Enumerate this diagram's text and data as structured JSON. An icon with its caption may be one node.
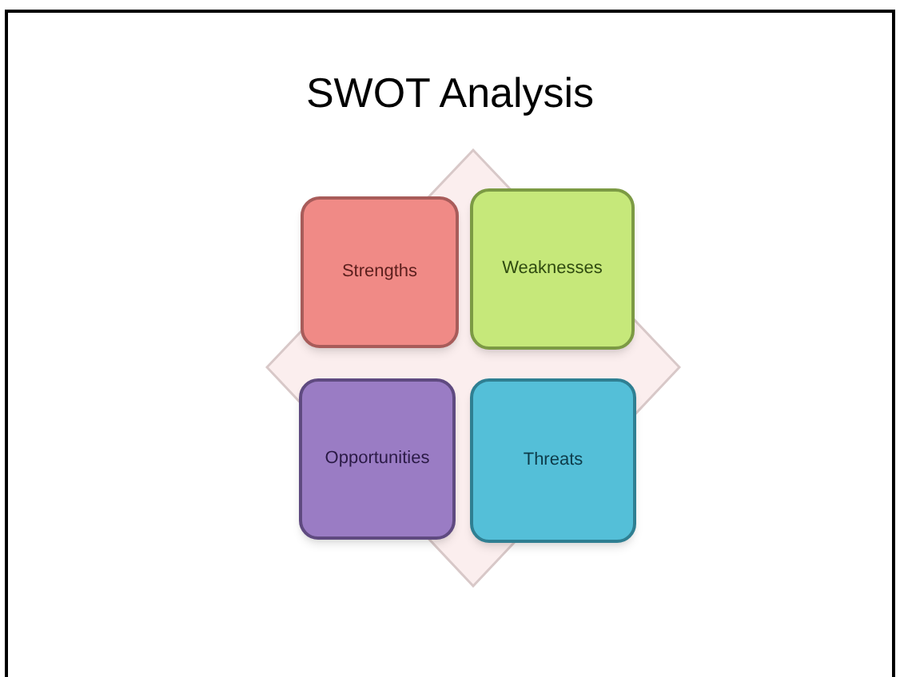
{
  "diagram": {
    "title": "SWOT Analysis",
    "nodes": [
      {
        "text": [],
        "shape": "diamond"
      },
      {
        "text": [
          "Strengths"
        ],
        "in": 0
      },
      {
        "text": [
          "Weaknesses"
        ],
        "in": 0
      },
      {
        "text": [
          "Opportunities"
        ],
        "in": 0
      },
      {
        "text": [
          "Threats"
        ],
        "in": 0
      }
    ]
  }
}
